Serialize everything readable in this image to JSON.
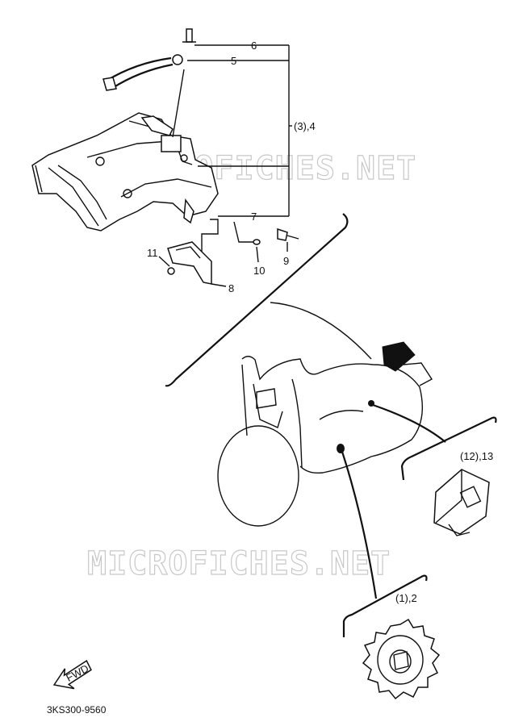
{
  "watermark_text": "MICROFICHES.NET",
  "labels": {
    "p6": "6",
    "p5": "5",
    "p3_4": "(3),4",
    "p7": "7",
    "p11": "11",
    "p10": "10",
    "p9": "9",
    "p8": "8",
    "p12_13": "(12),13",
    "p1_2": "(1),2"
  },
  "fwd_label": "FWD",
  "doc_id": "3KS300-9560"
}
